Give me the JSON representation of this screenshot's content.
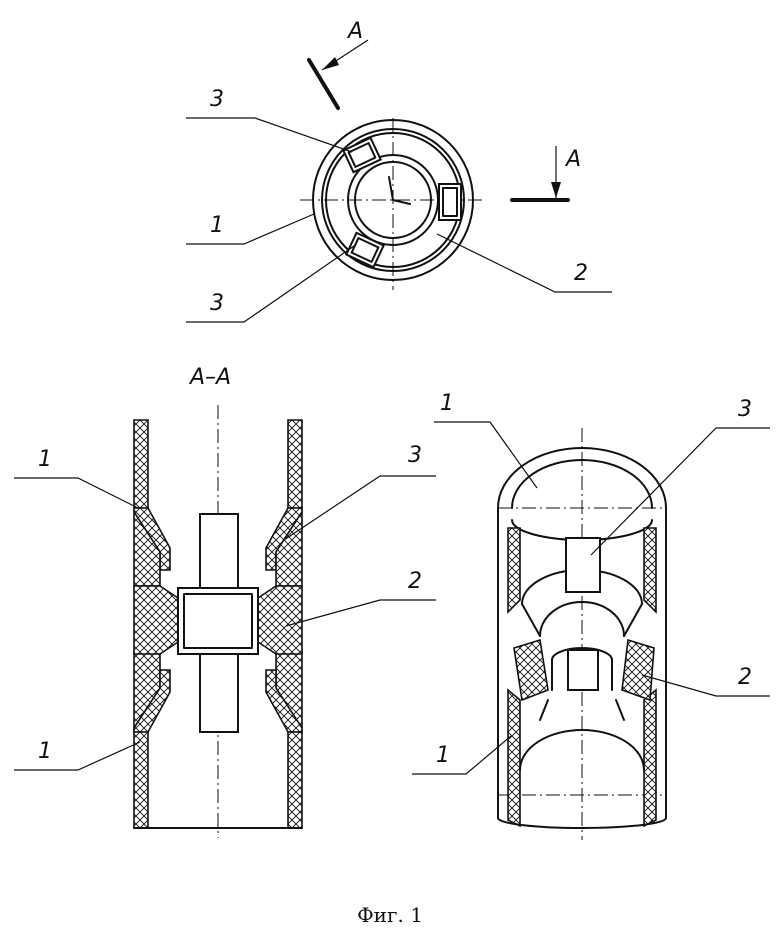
{
  "labels": {
    "top_3a": "3",
    "top_1": "1",
    "top_3b": "3",
    "top_2": "2",
    "arrow_a_left": "A",
    "arrow_a_right": "A",
    "section_title": "A–A",
    "sec_1_top": "1",
    "sec_3": "3",
    "sec_2": "2",
    "sec_1_bottom": "1",
    "iso_1_top": "1",
    "iso_3": "3",
    "iso_2": "2",
    "iso_1_bottom": "1"
  },
  "caption": "Фиг. 1"
}
